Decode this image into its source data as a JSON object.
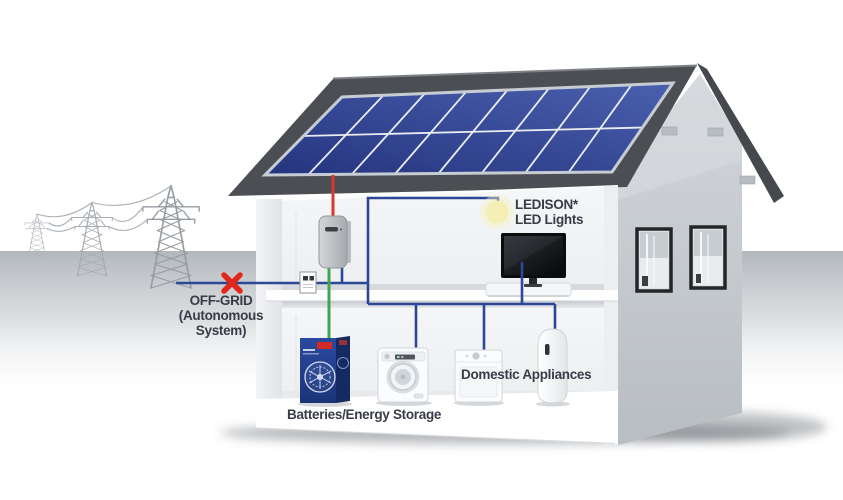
{
  "scene": {
    "title": "Off-grid solar powered house diagram",
    "labels": {
      "offgrid": "OFF-GRID\n(Autonomous\nSystem)",
      "led_lights": "LEDISON*\nLED Lights",
      "domestic_appliances": "Domestic Appliances",
      "batteries": "Batteries/Energy Storage"
    },
    "colors": {
      "wire_solar_dc": "#d93a2b",
      "wire_battery": "#3fa64d",
      "wire_ac": "#2b4795",
      "offgrid_x": "#e1261c",
      "roof": "#4b4f53",
      "solar_panel_blue": "#2e4192",
      "text": "#373c46",
      "led_glow": "#f6efb5",
      "battery_blue": "#1e3a85"
    },
    "components": [
      "power-grid-pylons",
      "off-grid-disconnect",
      "solar-panel-array",
      "solar-inverter",
      "electric-meter",
      "led-light",
      "tv",
      "media-console",
      "washing-machine",
      "domestic-appliance",
      "water-heater",
      "battery-energy-storage"
    ]
  }
}
